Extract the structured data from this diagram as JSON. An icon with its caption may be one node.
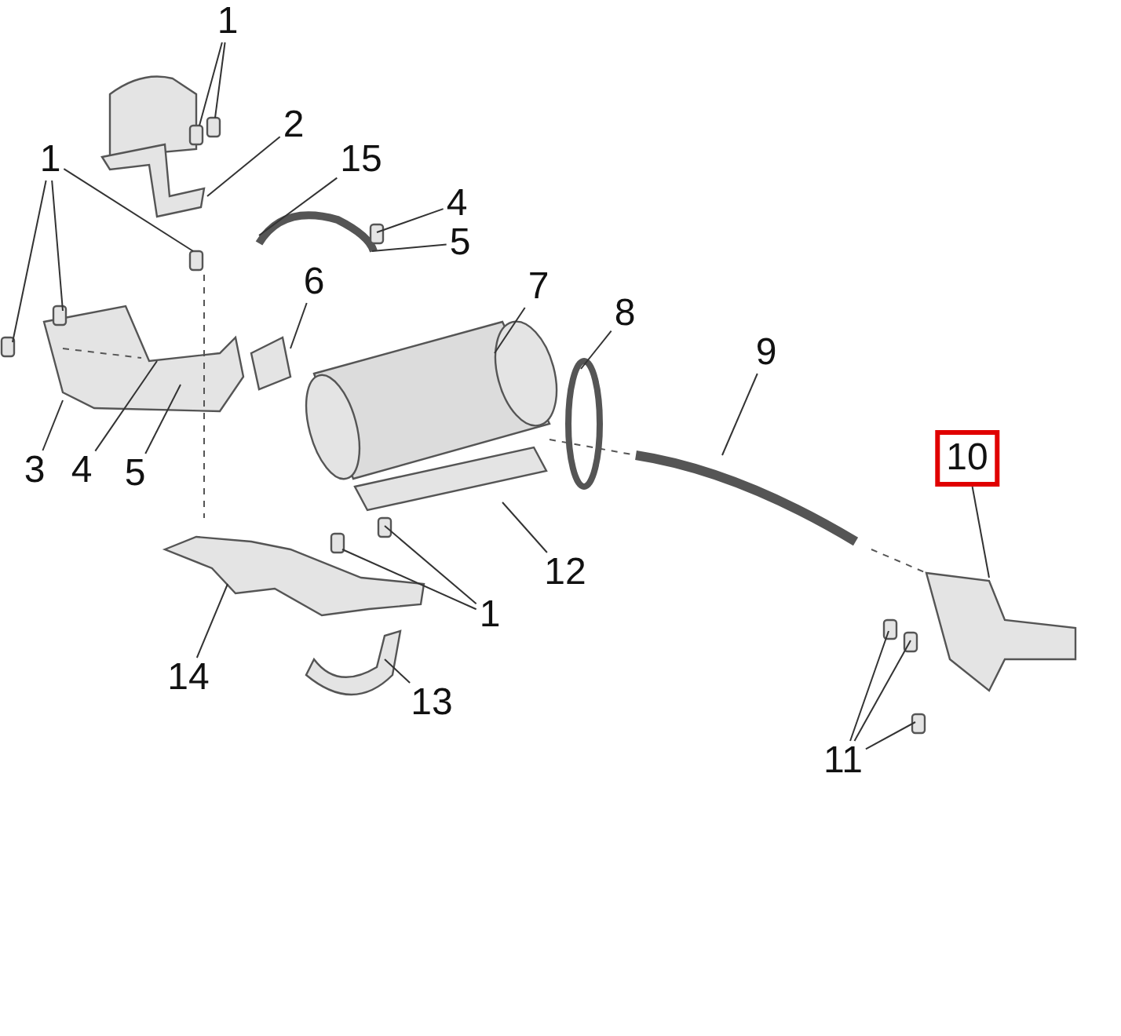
{
  "diagram": {
    "nodes": [
      {
        "text": [
          "1"
        ]
      },
      {
        "text": [
          "2"
        ]
      },
      {
        "text": [
          "1"
        ]
      },
      {
        "text": [
          "15"
        ]
      },
      {
        "text": [
          "4"
        ]
      },
      {
        "text": [
          "5"
        ]
      },
      {
        "text": [
          "6"
        ]
      },
      {
        "text": [
          "7"
        ]
      },
      {
        "text": [
          "8"
        ]
      },
      {
        "text": [
          "9"
        ]
      },
      {
        "text": [
          "10"
        ]
      },
      {
        "text": [
          "3"
        ]
      },
      {
        "text": [
          "4"
        ]
      },
      {
        "text": [
          "5"
        ]
      },
      {
        "text": [
          "12"
        ]
      },
      {
        "text": [
          "1"
        ]
      },
      {
        "text": [
          "14"
        ]
      },
      {
        "text": [
          "13"
        ]
      },
      {
        "text": [
          "11"
        ]
      }
    ],
    "edges": [
      {
        "from": 0,
        "to": null,
        "arrow": "none"
      },
      {
        "from": 0,
        "to": null,
        "arrow": "none"
      },
      {
        "from": 1,
        "to": null,
        "arrow": "none"
      },
      {
        "from": 2,
        "to": null,
        "arrow": "none"
      },
      {
        "from": 2,
        "to": null,
        "arrow": "none"
      },
      {
        "from": 2,
        "to": null,
        "arrow": "none"
      },
      {
        "from": 3,
        "to": null,
        "arrow": "none"
      },
      {
        "from": 4,
        "to": null,
        "arrow": "none"
      },
      {
        "from": 5,
        "to": null,
        "arrow": "none"
      },
      {
        "from": 6,
        "to": null,
        "arrow": "none"
      },
      {
        "from": 7,
        "to": null,
        "arrow": "none"
      },
      {
        "from": 8,
        "to": null,
        "arrow": "none"
      },
      {
        "from": 9,
        "to": null,
        "arrow": "none"
      },
      {
        "from": 10,
        "to": null,
        "arrow": "none"
      },
      {
        "from": 11,
        "to": null,
        "arrow": "none"
      },
      {
        "from": 12,
        "to": null,
        "arrow": "none"
      },
      {
        "from": 13,
        "to": null,
        "arrow": "none"
      },
      {
        "from": 14,
        "to": null,
        "arrow": "none"
      },
      {
        "from": 15,
        "to": null,
        "arrow": "none"
      },
      {
        "from": 15,
        "to": null,
        "arrow": "none"
      },
      {
        "from": 16,
        "to": null,
        "arrow": "none"
      },
      {
        "from": 17,
        "to": null,
        "arrow": "none"
      },
      {
        "from": 18,
        "to": null,
        "arrow": "none"
      },
      {
        "from": 18,
        "to": null,
        "arrow": "none"
      },
      {
        "from": 18,
        "to": null,
        "arrow": "none"
      }
    ]
  }
}
